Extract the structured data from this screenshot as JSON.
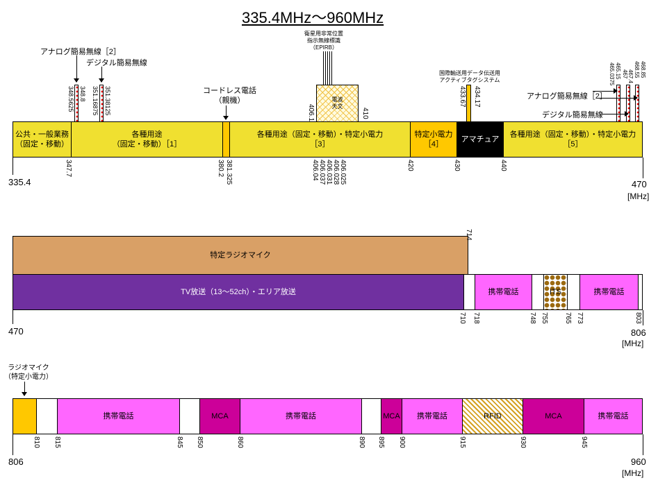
{
  "title": "335.4MHz～960MHz",
  "unit": "[MHz]",
  "row1": {
    "segments": [
      "公共・一般業務\n（固定・移動）",
      "各種用途\n（固定・移動）［1］",
      "各種用途（固定・移動）・特定小電力\n［3］",
      "特定小電力\n［4］",
      "アマチュア",
      "各種用途（固定・移動）・特定小電力\n［5］"
    ],
    "ticks": [
      "335.4",
      "347.7",
      "380.2",
      "381.325",
      "406.025 406.028 406.031 406.037 406.04",
      "420",
      "430",
      "440",
      "470"
    ],
    "callouts": {
      "analog_left": "アナログ簡易無線［2］",
      "digital_left": "デジタル簡易無線",
      "cordless": "コードレス電話\n（親機）",
      "epirb": "衛星用非常位置\n指示無線標識\n（EPIRB）",
      "radio_astro": "電波\n天文",
      "active_tag": "国際輸送用データ伝送用\nアクティブタグシステム",
      "analog_right": "アナログ簡易無線［2］",
      "digital_right": "デジタル簡易無線"
    },
    "small_freqs": {
      "a1": "348.5625",
      "a2": "348.8",
      "d1": "351.16875",
      "d2": "351.38125",
      "ra1": "406.1",
      "ra2": "410",
      "tag1": "433.67",
      "tag2": "434.17",
      "r1": "465.0375",
      "r2": "465.15",
      "r3": "467",
      "r4": "467.4",
      "r5": "468.55",
      "r6": "468.85"
    }
  },
  "row2": {
    "segments": [
      "特定ラジオマイク",
      "TV放送（13～52ch）・エリア放送",
      "携帯電話",
      "ITS",
      "携帯電話"
    ],
    "ticks": [
      "470",
      "714",
      "710",
      "718",
      "748",
      "755",
      "765",
      "773",
      "803",
      "806"
    ]
  },
  "row3": {
    "callout": "ラジオマイク\n（特定小電力）",
    "segments": [
      "携帯電話",
      "MCA",
      "携帯電話",
      "MCA",
      "携帯電話",
      "RFID",
      "MCA",
      "携帯電話"
    ],
    "ticks": [
      "806",
      "810",
      "815",
      "845",
      "850",
      "860",
      "890",
      "895",
      "900",
      "915",
      "930",
      "945",
      "960"
    ]
  }
}
